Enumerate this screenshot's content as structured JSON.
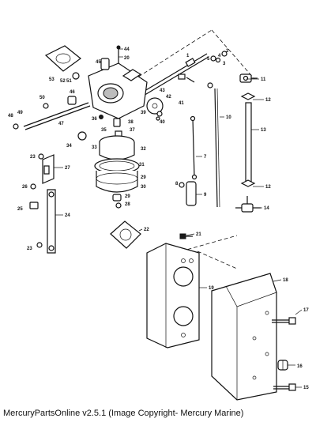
{
  "footer": {
    "caption": "MercuryPartsOnline v2.5.1 (Image Copyright- Mercury Marine)"
  },
  "diagram": {
    "callouts": [
      {
        "id": "c44",
        "label": "44"
      },
      {
        "id": "c20",
        "label": "20"
      },
      {
        "id": "c45",
        "label": "45"
      },
      {
        "id": "c1",
        "label": "1"
      },
      {
        "id": "c5",
        "label": "5"
      },
      {
        "id": "c4",
        "label": "4"
      },
      {
        "id": "c2",
        "label": "2"
      },
      {
        "id": "c3",
        "label": "3"
      },
      {
        "id": "c11",
        "label": "11"
      },
      {
        "id": "c12a",
        "label": "12"
      },
      {
        "id": "c53",
        "label": "53"
      },
      {
        "id": "c52",
        "label": "52"
      },
      {
        "id": "c51",
        "label": "51"
      },
      {
        "id": "c50",
        "label": "50"
      },
      {
        "id": "c46",
        "label": "46"
      },
      {
        "id": "c49",
        "label": "49"
      },
      {
        "id": "c48",
        "label": "48"
      },
      {
        "id": "c47",
        "label": "47"
      },
      {
        "id": "c43",
        "label": "43"
      },
      {
        "id": "c42",
        "label": "42"
      },
      {
        "id": "c41",
        "label": "41"
      },
      {
        "id": "c40",
        "label": "40"
      },
      {
        "id": "c39",
        "label": "39"
      },
      {
        "id": "c38",
        "label": "38"
      },
      {
        "id": "c37",
        "label": "37"
      },
      {
        "id": "c36",
        "label": "36"
      },
      {
        "id": "c35",
        "label": "35"
      },
      {
        "id": "c34",
        "label": "34"
      },
      {
        "id": "c33",
        "label": "33"
      },
      {
        "id": "c32",
        "label": "32"
      },
      {
        "id": "c31",
        "label": "31"
      },
      {
        "id": "c10",
        "label": "10"
      },
      {
        "id": "c13",
        "label": "13"
      },
      {
        "id": "c7",
        "label": "7"
      },
      {
        "id": "c8",
        "label": "8"
      },
      {
        "id": "c9",
        "label": "9"
      },
      {
        "id": "c12b",
        "label": "12"
      },
      {
        "id": "c14",
        "label": "14"
      },
      {
        "id": "c23a",
        "label": "23"
      },
      {
        "id": "c27",
        "label": "27"
      },
      {
        "id": "c26",
        "label": "26"
      },
      {
        "id": "c25",
        "label": "25"
      },
      {
        "id": "c24",
        "label": "24"
      },
      {
        "id": "c23b",
        "label": "23"
      },
      {
        "id": "c29a",
        "label": "29"
      },
      {
        "id": "c30",
        "label": "30"
      },
      {
        "id": "c29b",
        "label": "29"
      },
      {
        "id": "c28",
        "label": "28"
      },
      {
        "id": "c22",
        "label": "22"
      },
      {
        "id": "c21",
        "label": "21"
      },
      {
        "id": "c18",
        "label": "18"
      },
      {
        "id": "c19",
        "label": "19"
      },
      {
        "id": "c17",
        "label": "17"
      },
      {
        "id": "c16",
        "label": "16"
      },
      {
        "id": "c15",
        "label": "15"
      }
    ]
  }
}
